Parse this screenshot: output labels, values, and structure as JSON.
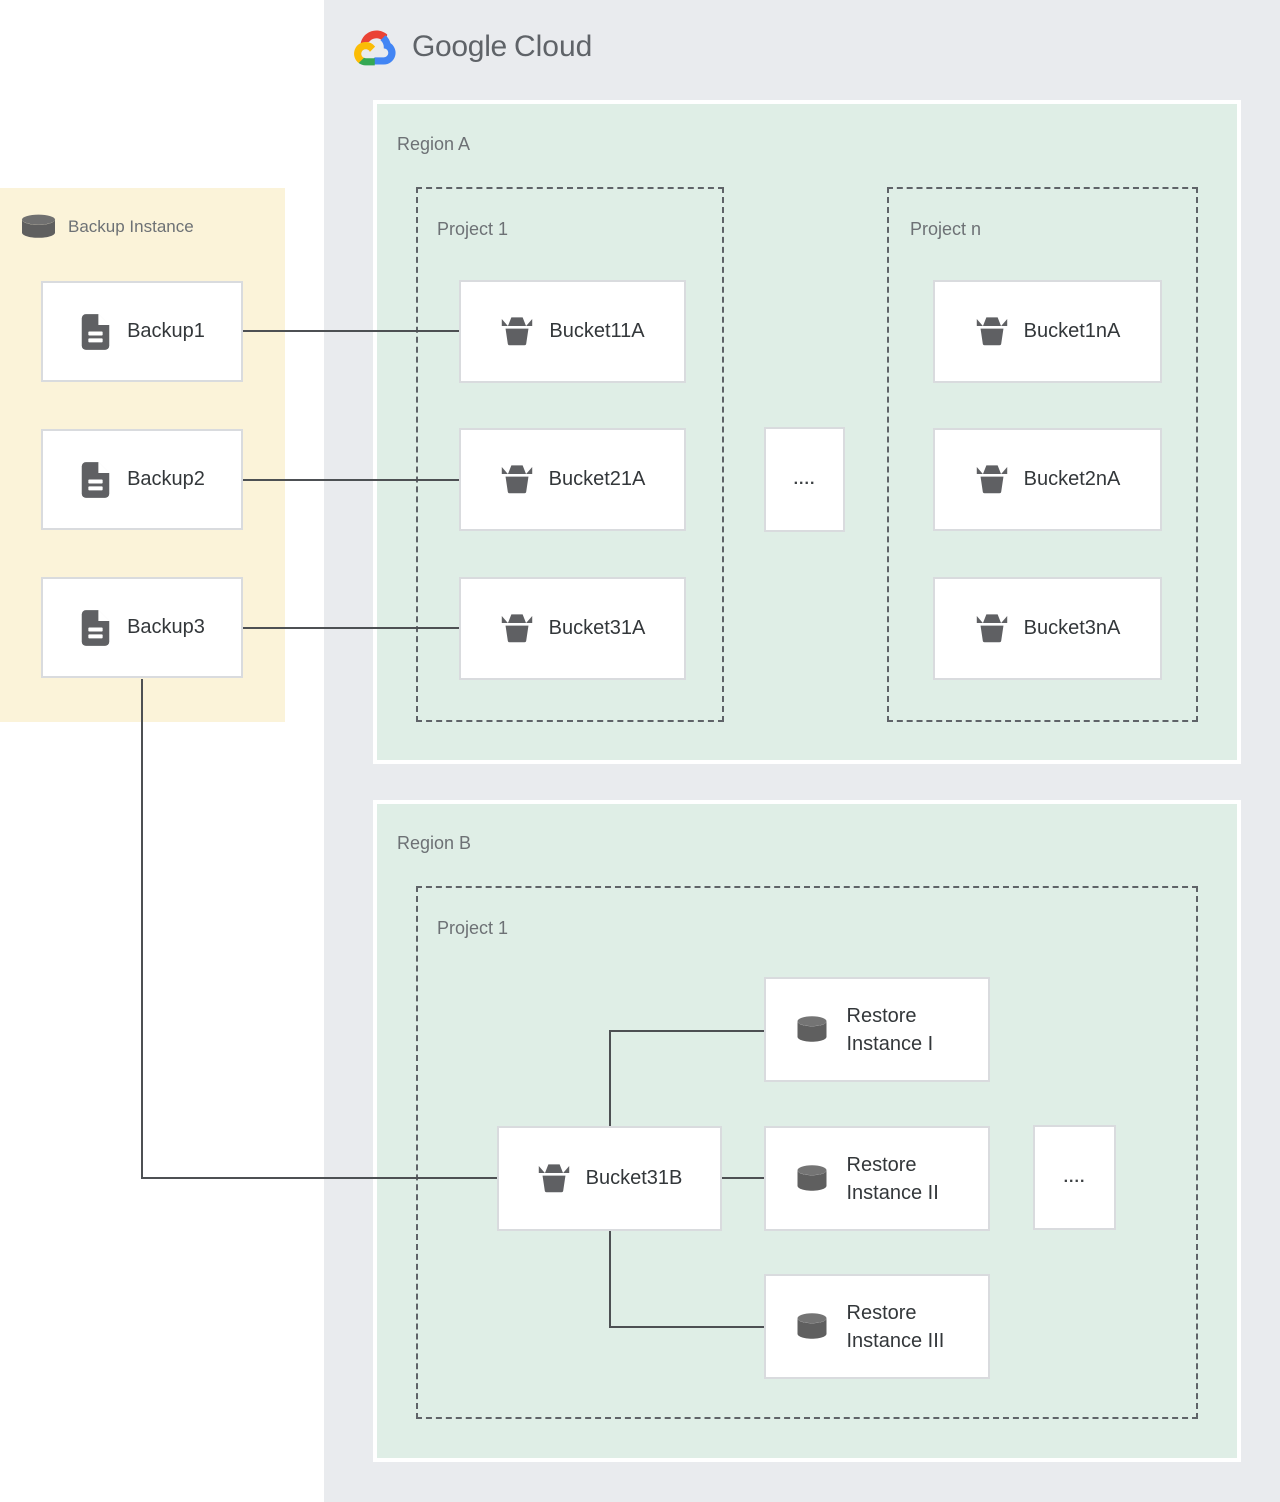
{
  "logo": {
    "google": "Google",
    "cloud": "Cloud"
  },
  "backup_panel": {
    "title": "Backup Instance",
    "items": [
      {
        "label": "Backup1"
      },
      {
        "label": "Backup2"
      },
      {
        "label": "Backup3"
      }
    ]
  },
  "region_a": {
    "label": "Region A",
    "ellipsis": "....",
    "projects": [
      {
        "label": "Project 1",
        "buckets": [
          "Bucket11A",
          "Bucket21A",
          "Bucket31A"
        ]
      },
      {
        "label": "Project n",
        "buckets": [
          "Bucket1nA",
          "Bucket2nA",
          "Bucket3nA"
        ]
      }
    ]
  },
  "region_b": {
    "label": "Region B",
    "project": {
      "label": "Project 1",
      "bucket": "Bucket31B",
      "ellipsis": "....",
      "instances": [
        "Restore Instance I",
        "Restore Instance II",
        "Restore Instance III"
      ]
    }
  },
  "colors": {
    "outer_panel_gray": "#e9ebee",
    "region_green": "#dfeee6",
    "backup_panel_yellow": "#fbf3d9",
    "connector_gray": "#4d5053",
    "icon_gray": "#616161",
    "label_gray": "#6d7175",
    "node_text": "#33373a",
    "logo_red": "#EA4335",
    "logo_blue": "#4285F4",
    "logo_green": "#34A853",
    "logo_yellow": "#FBBC05"
  }
}
